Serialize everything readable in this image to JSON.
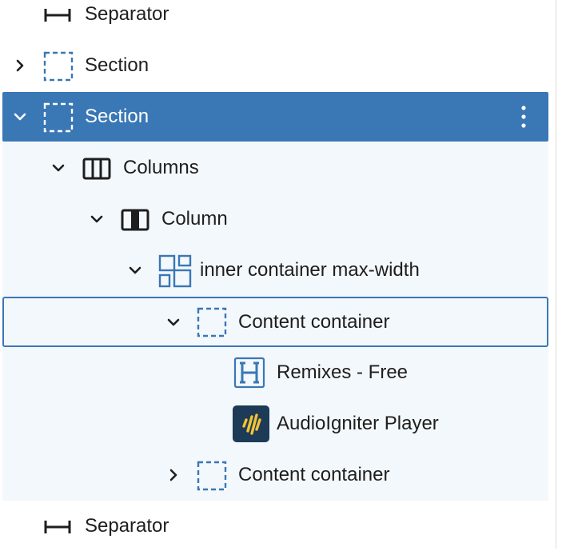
{
  "tree": {
    "items": [
      {
        "label": "Separator",
        "icon": "separator-icon"
      },
      {
        "label": "Section",
        "icon": "section-icon",
        "expander": "chevron-right-icon"
      },
      {
        "label": "Section",
        "icon": "section-icon",
        "expander": "chevron-down-icon",
        "selected": true,
        "menu": "more-vertical-icon"
      },
      {
        "label": "Columns",
        "icon": "columns-icon",
        "expander": "chevron-down-icon"
      },
      {
        "label": "Column",
        "icon": "column-icon",
        "expander": "chevron-down-icon"
      },
      {
        "label": "inner container max-width",
        "icon": "grid-layout-icon",
        "expander": "chevron-down-icon"
      },
      {
        "label": "Content container",
        "icon": "container-icon",
        "expander": "chevron-down-icon",
        "focused": true
      },
      {
        "label": "Remixes - Free",
        "icon": "heading-icon"
      },
      {
        "label": "AudioIgniter Player",
        "icon": "audioigniter-icon"
      },
      {
        "label": "Content container",
        "icon": "container-icon",
        "expander": "chevron-right-icon"
      },
      {
        "label": "Separator",
        "icon": "separator-icon"
      }
    ]
  },
  "colors": {
    "accent": "#3a77b5",
    "group_background": "#f3f8fc",
    "text": "#1e1e1e",
    "plugin_icon_bg": "#1d3a56",
    "plugin_icon_fg": "#f2c335"
  }
}
